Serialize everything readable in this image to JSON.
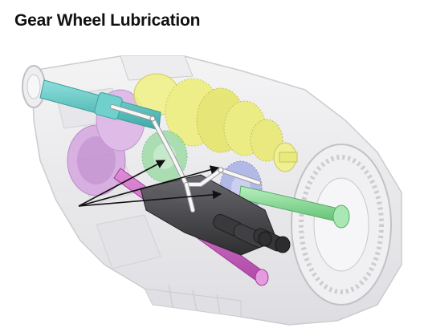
{
  "title": "Gear Wheel Lubrication",
  "diagram": {
    "subject": "gearbox-cutaway",
    "callout_arrow_count": 3,
    "colors": {
      "housing": "#e9e9ec",
      "input_shaft": "#58c7c4",
      "gear_pack": "#e6e66b",
      "purple_gears": "#c48fd2",
      "green_gear": "#8fd69a",
      "blue_gear": "#9ea6df",
      "magenta_shaft": "#c95cc0",
      "hydraulic_block": "#4a4a4d",
      "lube_pipe": "#f6f6f6",
      "arrows": "#111111"
    }
  }
}
